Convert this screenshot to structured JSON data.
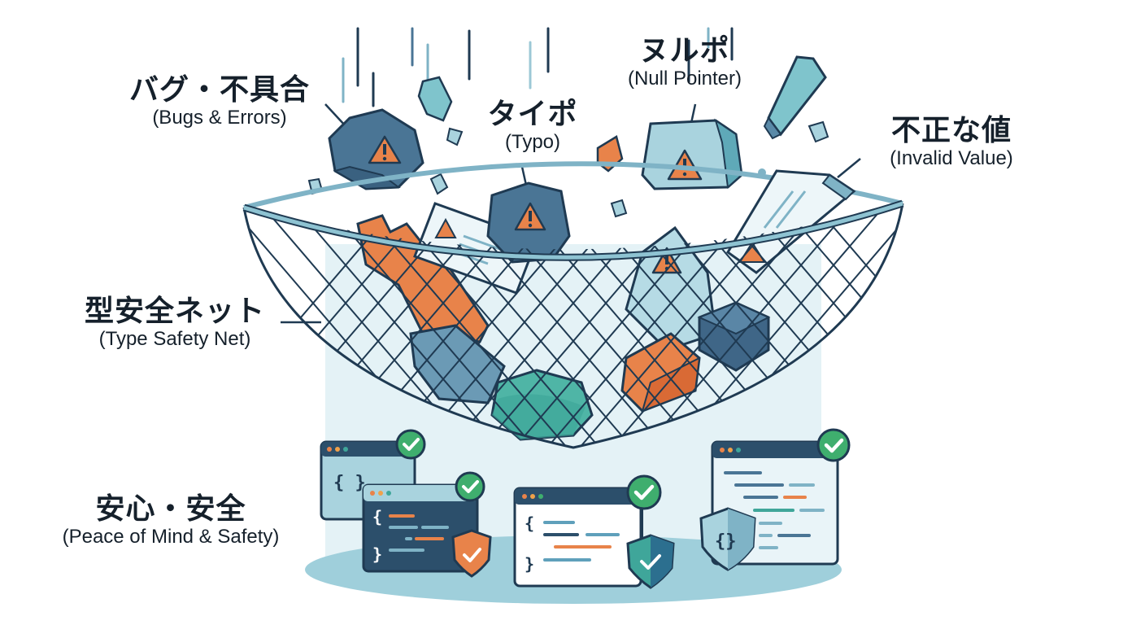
{
  "labels": {
    "bugs": {
      "jp": "バグ・不具合",
      "en": "(Bugs & Errors)"
    },
    "typo": {
      "jp": "タイポ",
      "en": "(Typo)"
    },
    "null_pointer": {
      "jp": "ヌルポ",
      "en": "(Null Pointer)"
    },
    "invalid_value": {
      "jp": "不正な値",
      "en": "(Invalid Value)"
    },
    "safety_net": {
      "jp": "型安全ネット",
      "en": "(Type Safety Net)"
    },
    "peace_of_mind": {
      "jp": "安心・安全",
      "en": "(Peace of Mind & Safety)"
    }
  },
  "code_symbols": {
    "braces_open": "{",
    "braces_close": "}",
    "braces_pair": "{ }"
  },
  "icons": [
    "warning-icon",
    "check-icon",
    "shield-icon",
    "browser-window-icon",
    "net-icon"
  ],
  "colors": {
    "navy": "#1f3a52",
    "slate_blue": "#4a7595",
    "light_blue": "#a9d3de",
    "teal": "#3fa69a",
    "orange": "#e8834a",
    "green": "#3fae6e",
    "pale_bg": "#e3f1f5",
    "ground": "#9fcfdb"
  }
}
